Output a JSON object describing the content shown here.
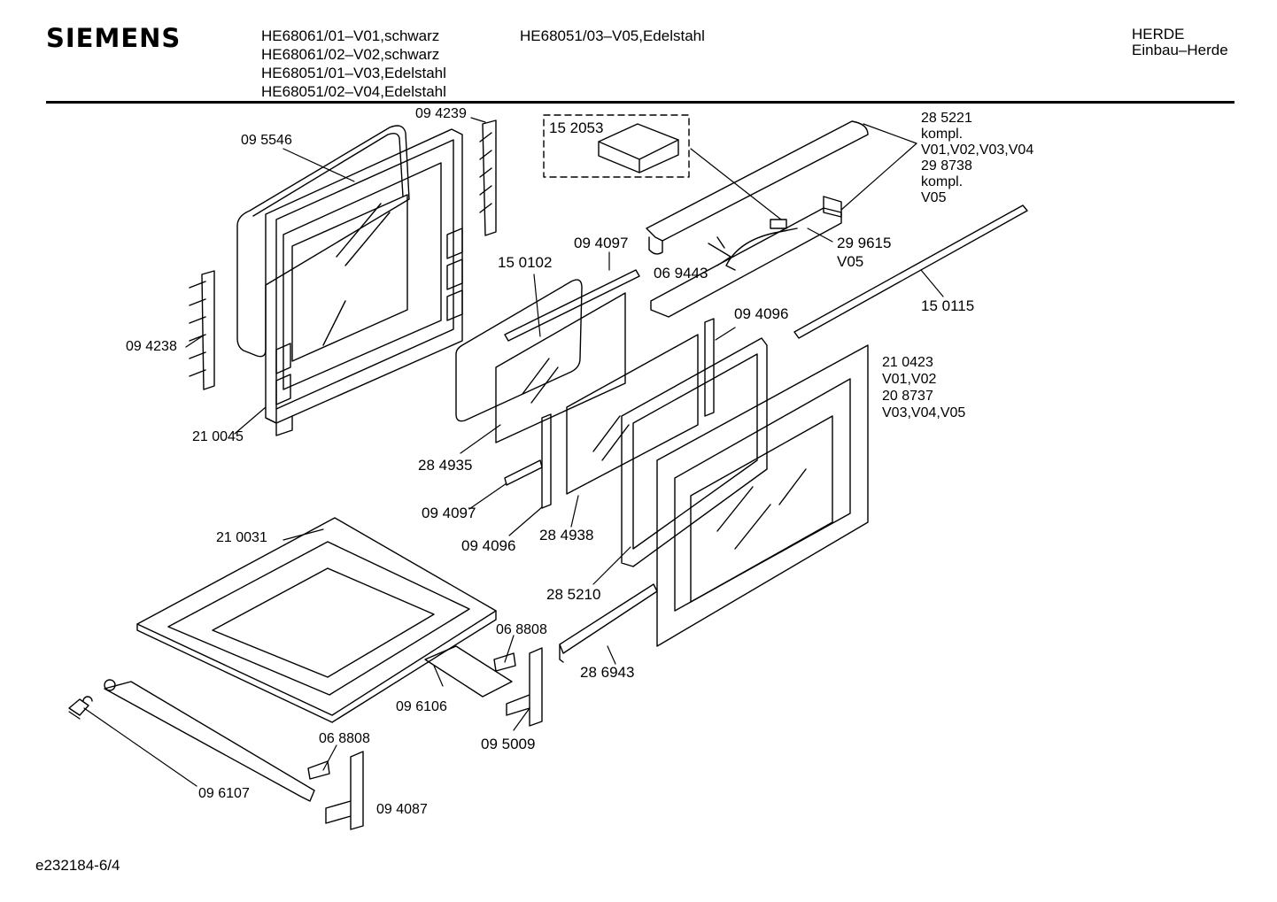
{
  "header": {
    "brand": "SIEMENS",
    "models_col1": [
      "HE68061/01–V01,schwarz",
      "HE68061/02–V02,schwarz",
      "HE68051/01–V03,Edelstahl",
      "HE68051/02–V04,Edelstahl"
    ],
    "models_col2": [
      "HE68051/03–V05,Edelstahl"
    ],
    "category": [
      "HERDE",
      "Einbau–Herde"
    ]
  },
  "parts": {
    "p094239": "09 4239",
    "p095546": "09 5546",
    "p094238": "09 4238",
    "p210045": "21 0045",
    "p152053": "15 2053",
    "p285221": [
      "28 5221",
      "kompl.",
      "V01,V02,V03,V04",
      "29 8738",
      "kompl.",
      "V05"
    ],
    "p094097a": "09 4097",
    "p150102": "15 0102",
    "p069443": "06 9443",
    "p299615": [
      "29 9615",
      "V05"
    ],
    "p150115": "15 0115",
    "p094096a": "09 4096",
    "p210423": [
      "21 0423",
      "V01,V02",
      "20 8737",
      "V03,V04,V05"
    ],
    "p284935": "28 4935",
    "p094097b": "09 4097",
    "p094096b": "09 4096",
    "p284938": "28 4938",
    "p285210": "28 5210",
    "p210031": "21 0031",
    "p068808a": "06 8808",
    "p286943": "28 6943",
    "p096106": "09 6106",
    "p095009": "09 5009",
    "p068808b": "06 8808",
    "p096107": "09 6107",
    "p094087": "09 4087"
  },
  "footer": {
    "drawing_id": "e232184-6/4"
  }
}
